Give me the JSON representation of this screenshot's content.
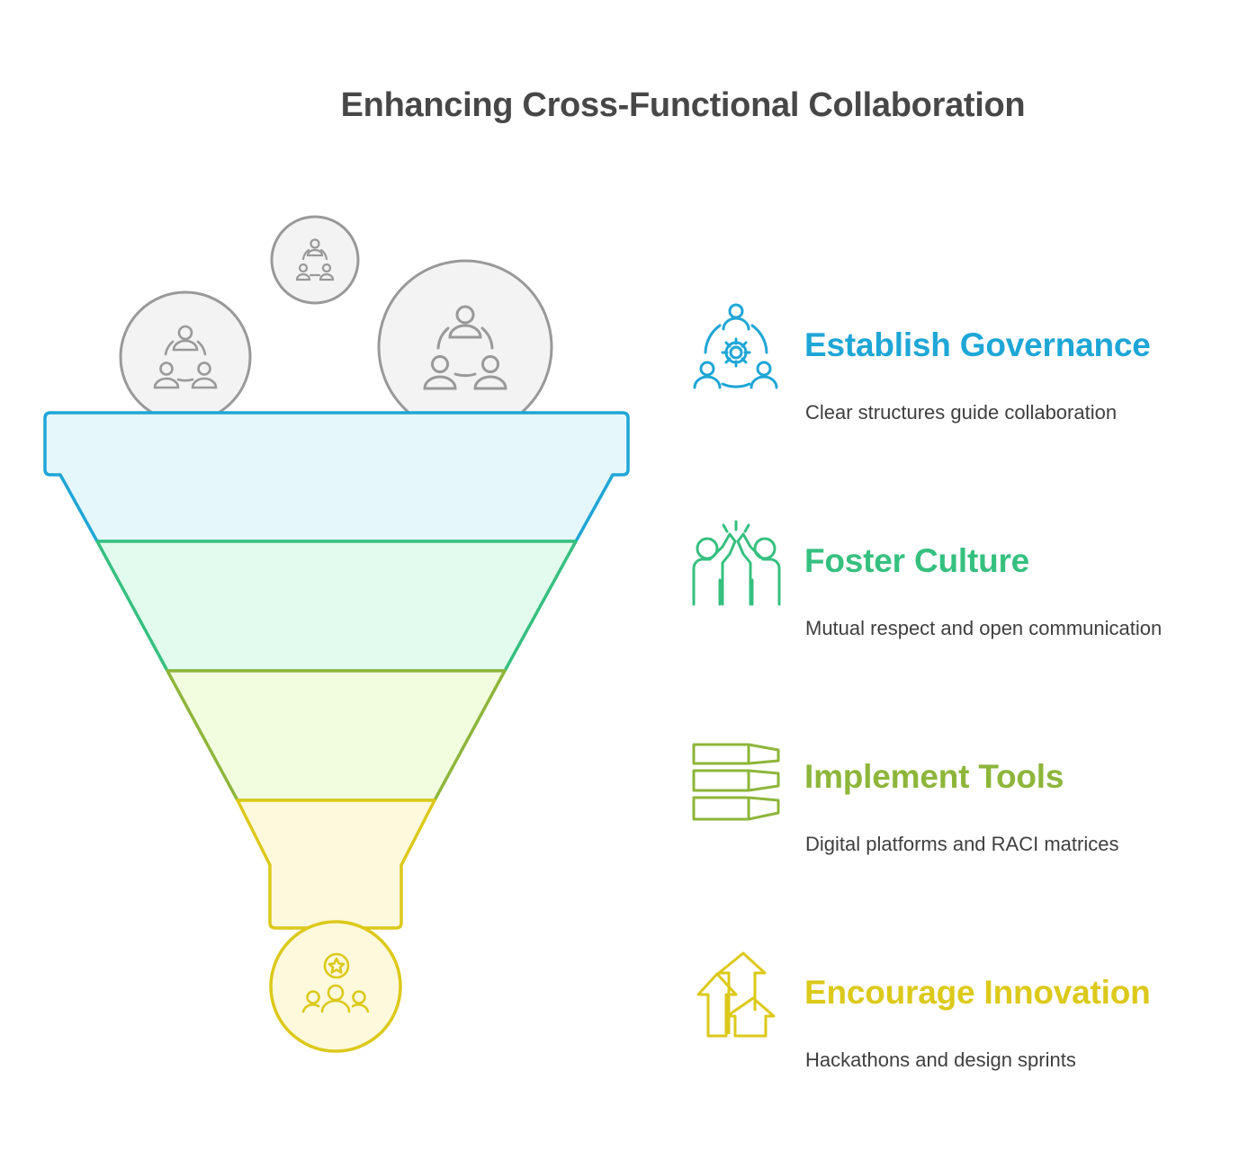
{
  "title": "Enhancing Cross-Functional Collaboration",
  "colors": {
    "governance": "#1ea6d6",
    "culture": "#36c07f",
    "tools": "#8db63a",
    "innovation": "#dcc91a",
    "neutral": "#999999"
  },
  "stages": [
    {
      "title": "Establish Governance",
      "description": "Clear structures guide collaboration",
      "icon": "team-gear-icon"
    },
    {
      "title": "Foster Culture",
      "description": "Mutual respect and open communication",
      "icon": "high-five-icon"
    },
    {
      "title": "Implement Tools",
      "description": "Digital platforms and RACI matrices",
      "icon": "stacked-blocks-icon"
    },
    {
      "title": "Encourage Innovation",
      "description": "Hackathons and design sprints",
      "icon": "growth-arrows-icon"
    }
  ],
  "inputs": [
    {
      "icon": "team-network-icon"
    },
    {
      "icon": "team-network-icon"
    },
    {
      "icon": "team-network-icon"
    }
  ],
  "output": {
    "icon": "team-star-icon"
  }
}
